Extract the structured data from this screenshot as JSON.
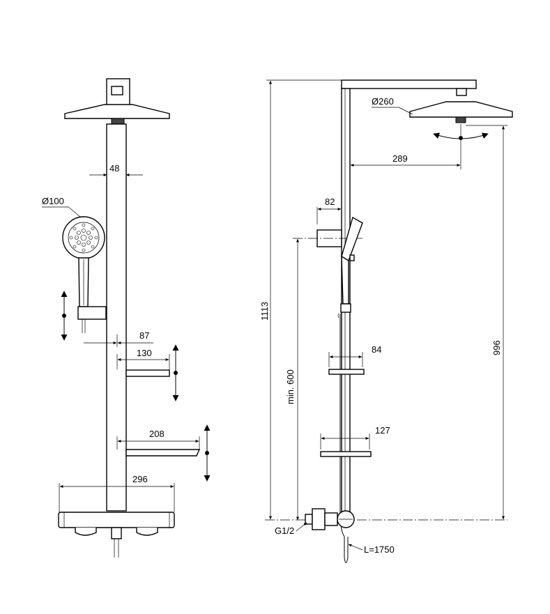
{
  "front_view": {
    "dim_pipe_width": "48",
    "dim_handshower_diameter": "Ø100",
    "dim_shelf_offset": "87",
    "dim_small_shelf_width": "130",
    "dim_large_shelf_width": "208",
    "dim_thermostat_width": "296"
  },
  "side_view": {
    "dim_total_height": "1113",
    "dim_head_diameter": "Ø260",
    "dim_arm_projection": "289",
    "dim_holder_projection": "82",
    "dim_min_height": "min. 600",
    "dim_small_shelf_depth": "84",
    "dim_large_shelf_depth": "127",
    "dim_head_height": "996",
    "dim_connection": "G1/2",
    "dim_hose_length": "L=1750"
  }
}
